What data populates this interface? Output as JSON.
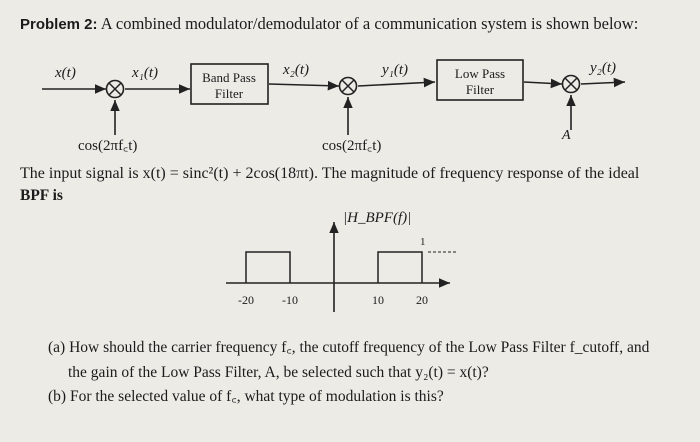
{
  "problem": {
    "label": "Problem 2:",
    "heading": "A combined modulator/demodulator of a communication system is shown below:"
  },
  "diagram": {
    "input": "x(t)",
    "x1": "x₁(t)",
    "bpf_line1": "Band Pass",
    "bpf_line2": "Filter",
    "x2": "x₂(t)",
    "y1": "y₁(t)",
    "lpf_line1": "Low Pass",
    "lpf_line2": "Filter",
    "y2": "y₂(t)",
    "carrier1": "cos(2πf꜀t)",
    "carrier2": "cos(2πf꜀t)",
    "gain": "A"
  },
  "text": {
    "input_line": "The input signal is x(t) = sinc²(t) + 2cos(18πt). The magnitude of frequency response of the ideal",
    "input_line2": "BPF is"
  },
  "plot": {
    "title": "|H_BPF(f)|",
    "level_label": "1",
    "ticks": [
      "-20",
      "-10",
      "10",
      "20"
    ],
    "passbands": [
      [
        -20,
        -10
      ],
      [
        10,
        20
      ]
    ],
    "magnitude": 1
  },
  "questions": {
    "a_line1": "(a) How should the carrier frequency f꜀, the cutoff frequency of the Low Pass Filter f_cutoff, and",
    "a_line2": "the gain of the Low Pass Filter, A, be selected such that y₂(t) = x(t)?",
    "b_line1": "(b) For the selected value of f꜀, what type of modulation is this?"
  }
}
